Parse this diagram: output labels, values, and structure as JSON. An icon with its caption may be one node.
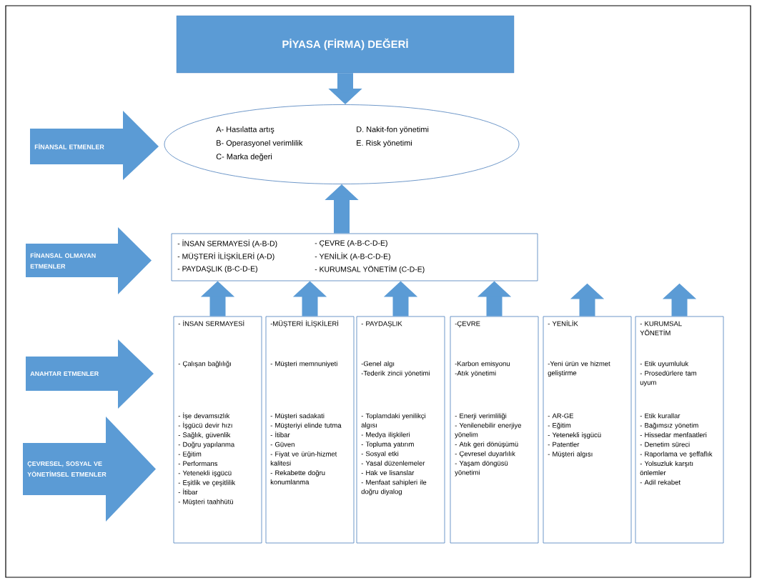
{
  "diagram": {
    "nodes": [
      {
        "text": [
          "PİYASA (FİRMA) DEĞERİ"
        ]
      },
      {
        "text": [
          "FİNANSAL ETMENLER"
        ]
      },
      {
        "text": [
          "A- Hasılatta artış",
          "B- Operasyonel verimlilik",
          "C- Marka değeri",
          "D. Nakit-fon yönetimi",
          "E. Risk yönetimi"
        ]
      },
      {
        "text": [
          "FİNANSAL OLMAYAN ETMENLER"
        ]
      },
      {
        "text": [
          "- İNSAN SERMAYESİ (A-B-D)",
          "- ÇEVRE (A-B-C-D-E)",
          "- MÜŞTERİ İLİŞKİLERİ (A-D)",
          "- YENİLİK (A-B-C-D-E)",
          "- PAYDAŞLIK (B-C-D-E)",
          "- KURUMSAL YÖNETİM (C-D-E)"
        ]
      },
      {
        "text": [
          "ANAHTAR ETMENLER"
        ]
      },
      {
        "text": [
          "ÇEVRESEL, SOSYAL VE YÖNETİMSEL ETMENLER"
        ]
      },
      {
        "text": [
          "- İNSAN SERMAYESİ",
          "- Çalışan bağlılığı",
          "- İşe devamsızlık",
          "- İşgücü devir hızı",
          "- Sağlık, güvenlik",
          "- Doğru yapılanma",
          "- Eğitim",
          "- Performans",
          "- Yetenekli işgücü",
          "- Eşitlik ve çeşitlilik",
          "- İtibar",
          "- Müşteri taahhütü"
        ]
      },
      {
        "text": [
          "-MÜŞTERİ İLİŞKİLERİ",
          "- Müşteri memnuniyeti",
          "- Müşteri sadakati",
          "- Müşteriyi elinde tutma",
          "- İtibar",
          "- Güven",
          "- Fiyat ve ürün-hizmet kalitesi",
          "- Rekabette doğru konumlanma"
        ]
      },
      {
        "text": [
          "- PAYDAŞLIK",
          "-Genel algı",
          "-Tederik zincii yönetimi",
          "- Toplamdaki yenilikçi algısı",
          "- Medya ilişkileri",
          "- Topluma yatırım",
          "- Sosyal etki",
          "- Yasal düzenlemeler",
          "- Hak ve lisanslar",
          "- Menfaat sahipleri ile doğru diyalog"
        ]
      },
      {
        "text": [
          "-ÇEVRE",
          "-Karbon emisyonu",
          "-Atık yönetimi",
          "- Enerji verimliliği",
          "- Yenilenebilir enerjiye yönelim",
          "- Atık geri dönüşümü",
          "- Çevresel duyarlılık",
          "- Yaşam döngüsü yönetimi"
        ]
      },
      {
        "text": [
          "- YENİLİK",
          "-Yeni ürün ve hizmet geliştirme",
          "- AR-GE",
          "- Eğitim",
          "- Yetenekli işgücü",
          "- Patentler",
          "- Müşteri algısı"
        ]
      },
      {
        "text": [
          "- KURUMSAL YÖNETİM",
          "- Etik uyumluluk",
          "- Prosedürlere tam uyum",
          "- Etik kurallar",
          "- Bağımsız yönetim",
          "- Hissedar menfaatleri",
          "- Denetim süreci",
          "- Raporlama ve şeffaflık",
          "- Yolsuzluk karşıtı önlemler",
          "- Adil rekabet"
        ]
      }
    ],
    "edges": [
      {
        "from": 0,
        "to": 2,
        "arrow": "to"
      },
      {
        "from": 4,
        "to": 2,
        "arrow": "to"
      },
      {
        "from": 7,
        "to": 4,
        "arrow": "to"
      },
      {
        "from": 8,
        "to": 4,
        "arrow": "to"
      },
      {
        "from": 9,
        "to": 4,
        "arrow": "to"
      },
      {
        "from": 10,
        "to": 4,
        "arrow": "to"
      },
      {
        "from": 11,
        "to": null,
        "arrow": "to"
      },
      {
        "from": 12,
        "to": null,
        "arrow": "to"
      }
    ]
  }
}
